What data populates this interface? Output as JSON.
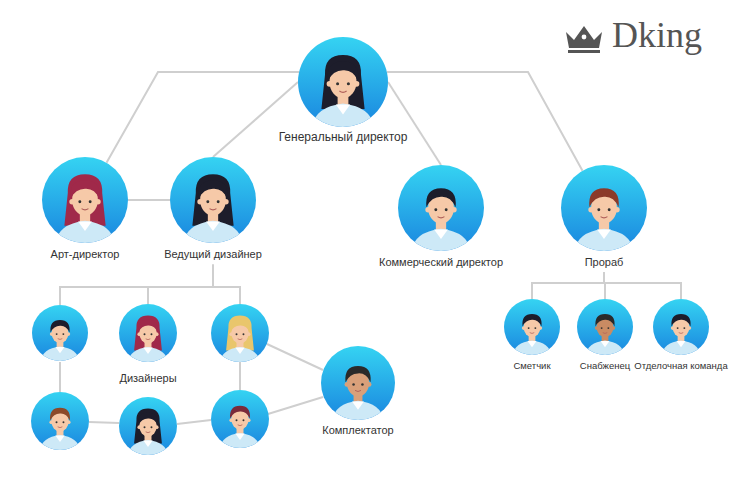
{
  "diagram": {
    "nodes": [
      {
        "text": [
          "Генеральный директор"
        ]
      },
      {
        "text": [
          "Арт-директор"
        ]
      },
      {
        "text": [
          "Ведущий дизайнер"
        ]
      },
      {
        "text": [
          "Коммерческий директор"
        ]
      },
      {
        "text": [
          "Прораб"
        ]
      },
      {
        "text": [
          "Дизайнеры"
        ]
      },
      {
        "text": [
          "Комплектатор"
        ]
      },
      {
        "text": [
          "Сметчик"
        ]
      },
      {
        "text": [
          "Снабженец"
        ]
      },
      {
        "text": [
          "Отделочная команда"
        ]
      }
    ],
    "edges": [
      {
        "from": 0,
        "to": 1,
        "arrow": "none"
      },
      {
        "from": 0,
        "to": 2,
        "arrow": "none"
      },
      {
        "from": 0,
        "to": 3,
        "arrow": "none"
      },
      {
        "from": 0,
        "to": 4,
        "arrow": "none"
      },
      {
        "from": 1,
        "to": 2,
        "arrow": "none"
      },
      {
        "from": 2,
        "to": 5,
        "arrow": "none"
      },
      {
        "from": 4,
        "to": 7,
        "arrow": "none"
      },
      {
        "from": 4,
        "to": 8,
        "arrow": "none"
      },
      {
        "from": 4,
        "to": 9,
        "arrow": "none"
      }
    ],
    "labels": [
      "Dking"
    ]
  }
}
